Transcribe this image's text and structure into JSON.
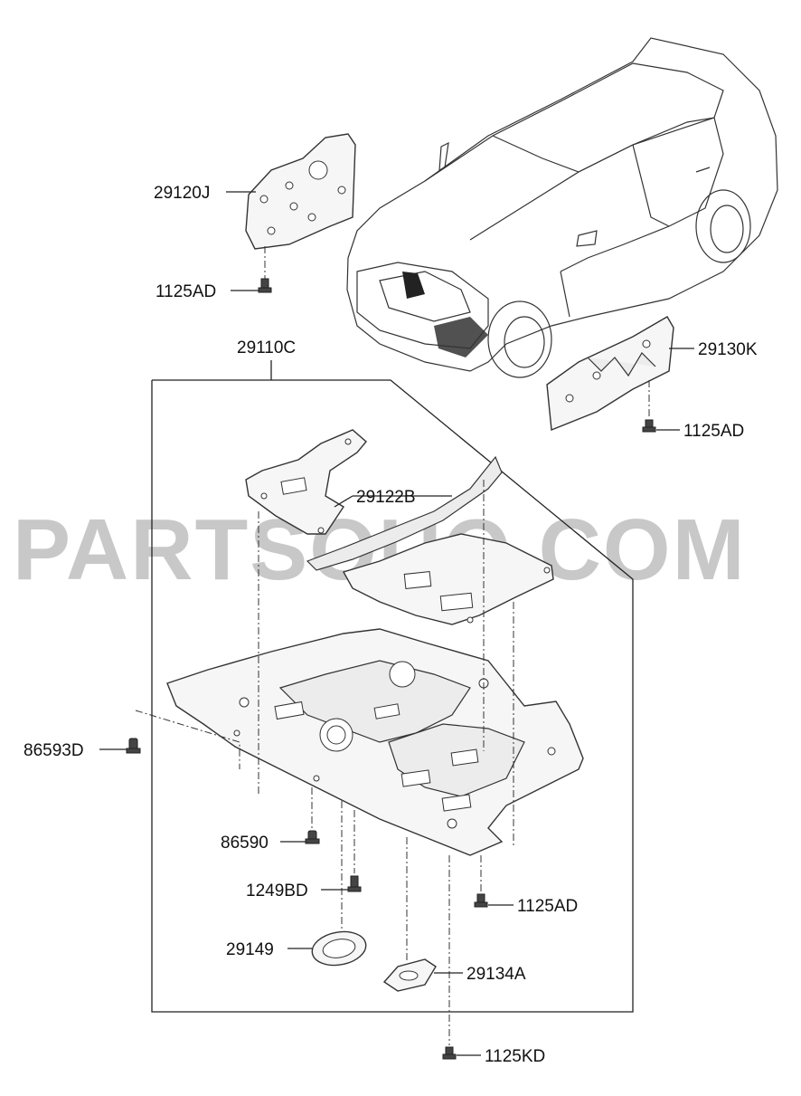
{
  "watermark": "PARTSOUQ.COM",
  "labels": {
    "p29120J": "29120J",
    "p1125AD_a": "1125AD",
    "p29110C": "29110C",
    "p29130K": "29130K",
    "p1125AD_b": "1125AD",
    "p29122B": "29122B",
    "p86593D": "86593D",
    "p86590": "86590",
    "p1249BD": "1249BD",
    "p1125AD_c": "1125AD",
    "p29149": "29149",
    "p29134A": "29134A",
    "p1125KD": "1125KD"
  }
}
